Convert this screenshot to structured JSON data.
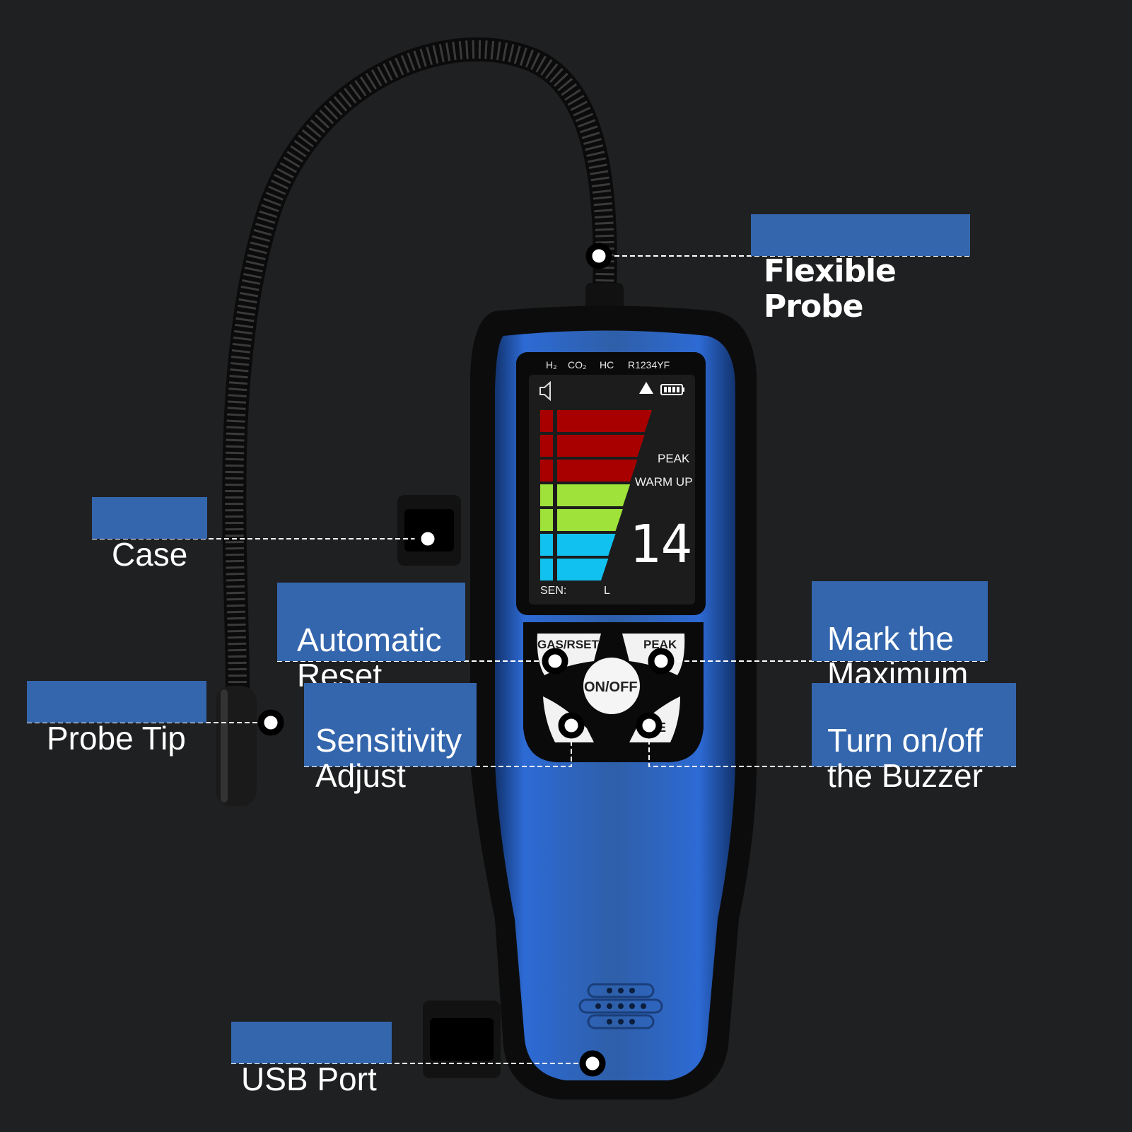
{
  "device": {
    "gas_labels": [
      "H₂",
      "CO₂",
      "HC",
      "R1234YF"
    ],
    "speaker_icon": "speaker-icon",
    "warning_icon": "warning-triangle-icon",
    "battery_icon": "battery-icon",
    "peak_text": "PEAK",
    "warmup_text": "WARM UP",
    "reading": "14",
    "sen_label": "SEN:",
    "sen_value": "L",
    "buttons": {
      "gas_reset": "GAS/RSET",
      "peak": "PEAK",
      "on_off": "ON/OFF",
      "mute_partial": "E"
    },
    "bar_levels": {
      "red": 3,
      "green": 2,
      "blue": 2
    },
    "colors": {
      "body_blue": "#2f62b5",
      "red_bar": "#a80000",
      "green_bar": "#9ee23a",
      "blue_bar": "#11c1f0",
      "label_bg": "#3466ad"
    }
  },
  "callouts": {
    "flexible_probe": "Flexible Probe",
    "case": "Case",
    "automatic_reset": "Automatic\nReset",
    "probe_tip": "Probe Tip",
    "sensitivity_adjust": "Sensitivity\nAdjust",
    "mark_maximum": "Mark the\nMaximum",
    "buzzer": "Turn on/off\nthe Buzzer",
    "usb_port": "USB Port"
  }
}
